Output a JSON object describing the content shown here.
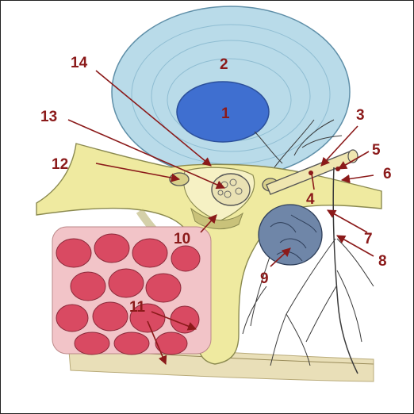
{
  "colors": {
    "label": "#8b1a1a",
    "disc_outer": "#a9cfe0",
    "disc_outer_line": "#7fb0c8",
    "nucleus": "#3f6fd0",
    "bone": "#efeaa0",
    "bone_shade": "#c9c27a",
    "muscle": "#d94a62",
    "muscle_bg": "#f2c4c8",
    "fat": "#e9dfb8",
    "nerve": "#3a3a3a",
    "ganglion": "#4d6688"
  },
  "labels": [
    {
      "id": "1",
      "text": "1"
    },
    {
      "id": "2",
      "text": "2"
    },
    {
      "id": "3",
      "text": "3"
    },
    {
      "id": "4",
      "text": "4"
    },
    {
      "id": "5",
      "text": "5"
    },
    {
      "id": "6",
      "text": "6"
    },
    {
      "id": "7",
      "text": "7"
    },
    {
      "id": "8",
      "text": "8"
    },
    {
      "id": "9",
      "text": "9"
    },
    {
      "id": "10",
      "text": "10"
    },
    {
      "id": "11",
      "text": "11"
    },
    {
      "id": "12",
      "text": "12"
    },
    {
      "id": "13",
      "text": "13"
    },
    {
      "id": "14",
      "text": "14"
    }
  ]
}
